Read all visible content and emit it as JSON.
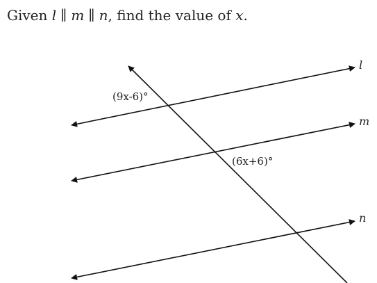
{
  "question": {
    "prefix": "Given ",
    "var_l": "l",
    "parallel_1": "∥",
    "var_m": "m",
    "parallel_2": "∥",
    "var_n": "n",
    "suffix": ", find the value of ",
    "var_x": "x",
    "end": "."
  },
  "diagram": {
    "line_labels": {
      "l": "l",
      "m": "m",
      "n": "n"
    },
    "angle_labels": {
      "upper": "(9x-6)°",
      "middle": "(6x+6)°"
    },
    "stroke_color": "#111111",
    "text_color": "#222222"
  }
}
